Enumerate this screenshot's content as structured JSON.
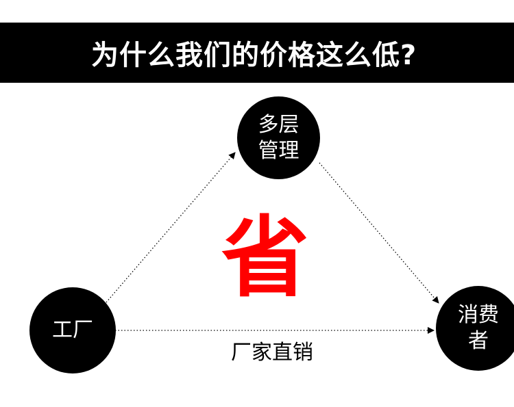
{
  "header": {
    "title": "为什么我们的价格这么低?"
  },
  "nodes": {
    "management": {
      "line1": "多层",
      "line2": "管理"
    },
    "factory": {
      "label": "工厂"
    },
    "consumer": {
      "line1": "消费",
      "line2": "者"
    }
  },
  "center": {
    "label": "省"
  },
  "direct": {
    "label": "厂家直销"
  },
  "colors": {
    "banner": "#000000",
    "node": "#000000",
    "center": "#ff0000",
    "text": "#ffffff"
  }
}
